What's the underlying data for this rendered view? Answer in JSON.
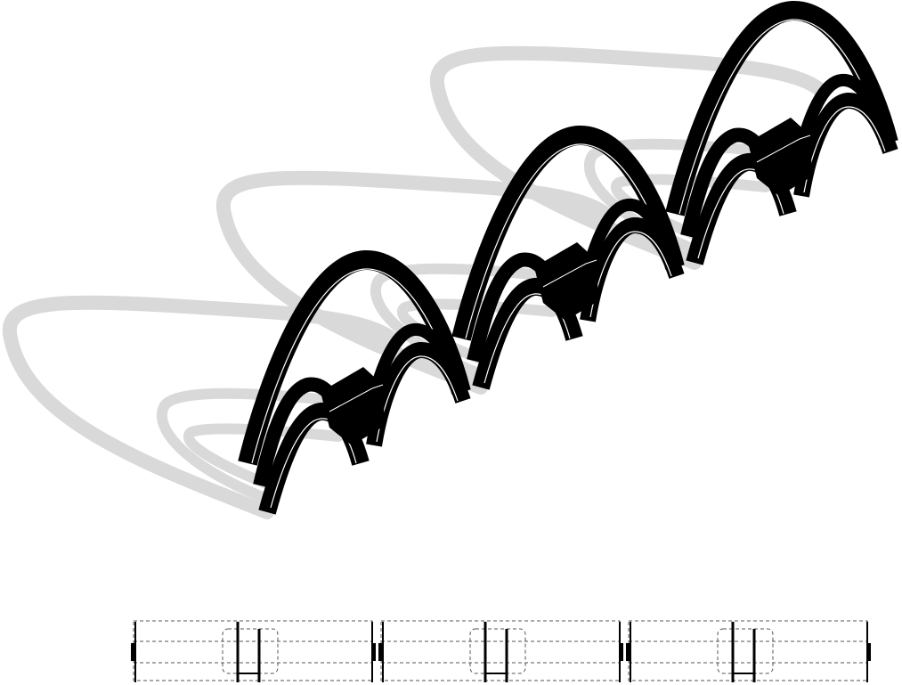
{
  "drawing": {
    "modules": [
      {
        "id": "module-1",
        "position": 1
      },
      {
        "id": "module-2",
        "position": 2
      },
      {
        "id": "module-3",
        "position": 3
      }
    ],
    "colors": {
      "arch": "#000000",
      "arch_edge": "#ffffff",
      "shadow": "#d9d9d9",
      "background": "#ffffff",
      "plan_line": "#000000",
      "plan_dash": "#555555"
    }
  }
}
